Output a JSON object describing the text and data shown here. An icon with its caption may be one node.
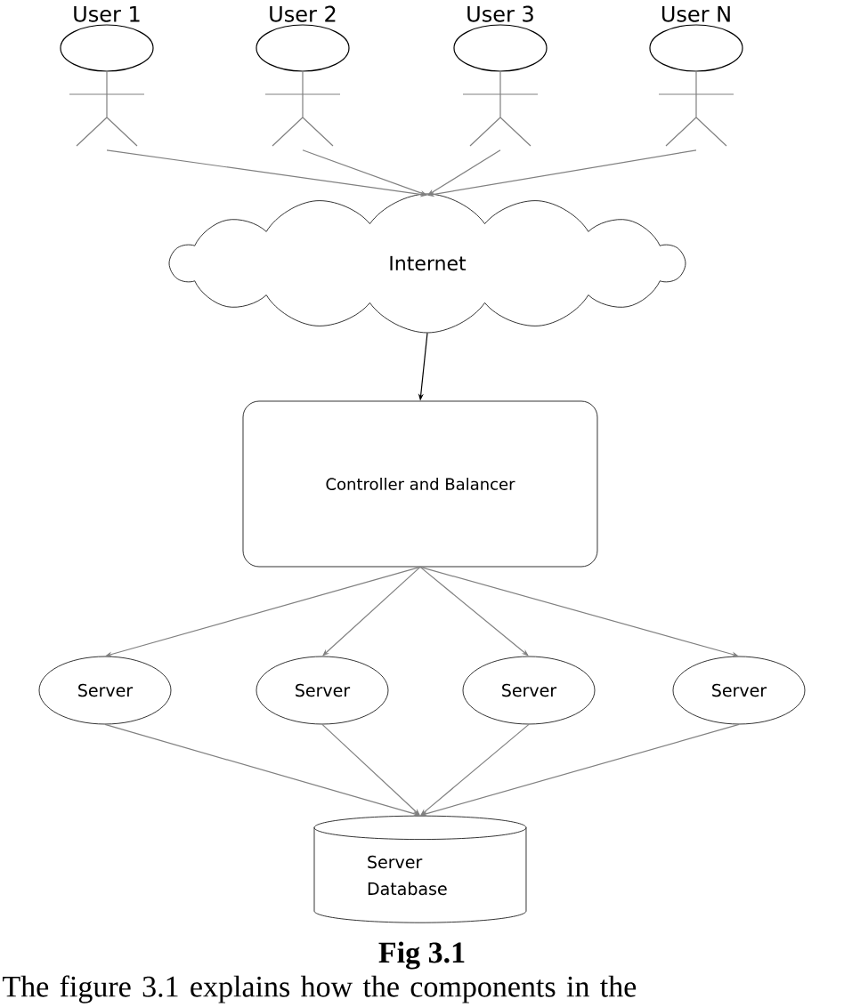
{
  "diagram": {
    "caption": "Fig 3.1",
    "nodes": [
      {
        "text": [
          "User 1"
        ]
      },
      {
        "text": [
          "User 2"
        ]
      },
      {
        "text": [
          "User 3"
        ]
      },
      {
        "text": [
          "User N"
        ]
      },
      {
        "text": [
          "Internet"
        ]
      },
      {
        "text": [
          "Controller and Balancer"
        ]
      },
      {
        "text": [
          "Server"
        ]
      },
      {
        "text": [
          "Server"
        ]
      },
      {
        "text": [
          "Server"
        ]
      },
      {
        "text": [
          "Server"
        ]
      },
      {
        "text": [
          "Server Database"
        ]
      }
    ],
    "edges": [
      {
        "from": 0,
        "to": 4,
        "arrow": "to"
      },
      {
        "from": 1,
        "to": 4,
        "arrow": "to"
      },
      {
        "from": 2,
        "to": 4,
        "arrow": "to"
      },
      {
        "from": 3,
        "to": 4,
        "arrow": "to"
      },
      {
        "from": 4,
        "to": 5,
        "arrow": "to",
        "color": "#000000"
      },
      {
        "from": 5,
        "to": 6,
        "arrow": "to"
      },
      {
        "from": 5,
        "to": 7,
        "arrow": "to"
      },
      {
        "from": 5,
        "to": 8,
        "arrow": "to"
      },
      {
        "from": 5,
        "to": 9,
        "arrow": "to"
      },
      {
        "from": 6,
        "to": 10,
        "arrow": "to"
      },
      {
        "from": 7,
        "to": 10,
        "arrow": "to"
      },
      {
        "from": 8,
        "to": 10,
        "arrow": "to"
      },
      {
        "from": 9,
        "to": 10,
        "arrow": "to"
      }
    ],
    "labels": [
      "The figure 3.1 explains how the components in the"
    ]
  }
}
